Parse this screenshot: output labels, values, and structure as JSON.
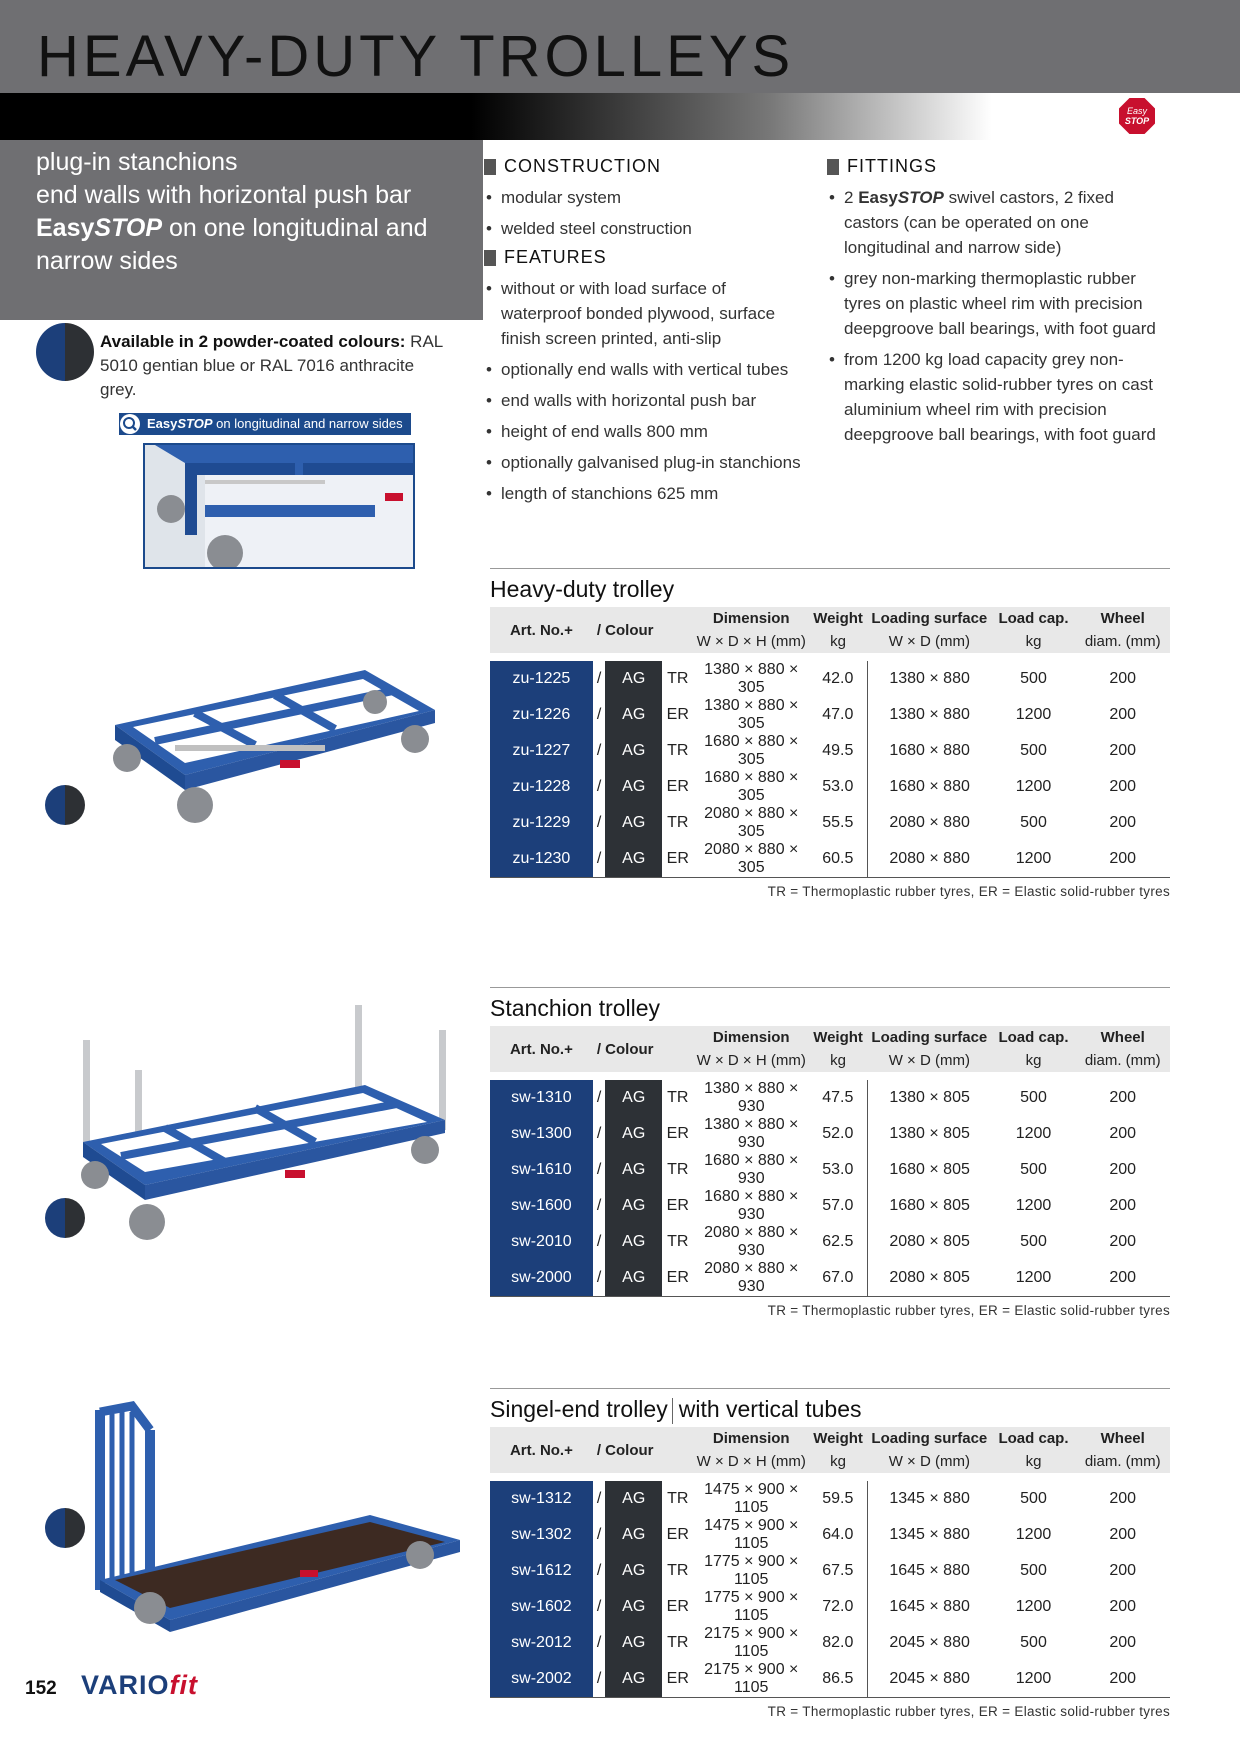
{
  "header": {
    "title": "HEAVY-DUTY TROLLEYS",
    "easystop_badge": "Easy STOP",
    "intro": {
      "line1": "plug-in stanchions",
      "line2": "end walls with horizontal push bar",
      "line3_brand_a": "Easy",
      "line3_brand_b": "STOP",
      "line3_rest": " on one longitudinal and",
      "line4": "narrow sides"
    }
  },
  "construction": {
    "heading": "CONSTRUCTION",
    "items": [
      "modular system",
      "welded steel construction"
    ]
  },
  "features": {
    "heading": "FEATURES",
    "items": [
      "without or with load surface of waterproof bonded plywood, surface finish screen printed, anti-slip",
      "optionally end walls with vertical tubes",
      "end walls with horizontal push bar",
      "height of end walls 800 mm",
      "optionally galvanised plug-in stanchions",
      "length of stanchions 625 mm"
    ]
  },
  "fittings": {
    "heading": "FITTINGS",
    "item1_pre": "2 ",
    "item1_brand_a": "Easy",
    "item1_brand_b": "STOP",
    "item1_post": " swivel castors, 2 fixed castors (can be operated on one longitudinal and narrow side)",
    "item2": "grey non-marking thermoplastic rubber tyres on plastic wheel rim with precision deepgroove ball bearings, with foot guard",
    "item3": "from 1200 kg load capacity grey non-marking elastic solid-rubber tyres on cast aluminium wheel rim with precision deepgroove ball bearings, with foot guard"
  },
  "colours": {
    "bold": "Available in 2 powder-coated colours:",
    "rest": " RAL 5010 gentian blue or RAL 7016 anthracite grey.",
    "blue": "#1c3f7a",
    "grey": "#2d3034"
  },
  "easystop_label": {
    "brand_a": "Easy",
    "brand_b": "STOP",
    "rest": " on longitudinal and narrow sides"
  },
  "table_headers": {
    "art": "Art. No.+",
    "colour": "/  Colour",
    "dimension": "Dimension",
    "dimension_sub": "W × D × H (mm)",
    "weight": "Weight",
    "weight_sub": "kg",
    "loading": "Loading surface",
    "loading_sub": "W × D (mm)",
    "loadcap": "Load cap.",
    "loadcap_sub": "kg",
    "wheel": "Wheel",
    "wheel_sub": "diam. (mm)"
  },
  "legend": "TR = Thermoplastic rubber tyres, ER = Elastic solid-rubber tyres",
  "tables": [
    {
      "title": "Heavy-duty trolley",
      "title2": "",
      "rows": [
        {
          "art": "zu-1225",
          "col": "AG",
          "ty": "TR",
          "dim": "1380 × 880 × 305",
          "wt": "42.0",
          "ls": "1380 × 880",
          "lc": "500",
          "wh": "200"
        },
        {
          "art": "zu-1226",
          "col": "AG",
          "ty": "ER",
          "dim": "1380 × 880 × 305",
          "wt": "47.0",
          "ls": "1380 × 880",
          "lc": "1200",
          "wh": "200"
        },
        {
          "art": "zu-1227",
          "col": "AG",
          "ty": "TR",
          "dim": "1680 × 880 × 305",
          "wt": "49.5",
          "ls": "1680 × 880",
          "lc": "500",
          "wh": "200"
        },
        {
          "art": "zu-1228",
          "col": "AG",
          "ty": "ER",
          "dim": "1680 × 880 × 305",
          "wt": "53.0",
          "ls": "1680 × 880",
          "lc": "1200",
          "wh": "200"
        },
        {
          "art": "zu-1229",
          "col": "AG",
          "ty": "TR",
          "dim": "2080 × 880 × 305",
          "wt": "55.5",
          "ls": "2080 × 880",
          "lc": "500",
          "wh": "200"
        },
        {
          "art": "zu-1230",
          "col": "AG",
          "ty": "ER",
          "dim": "2080 × 880 × 305",
          "wt": "60.5",
          "ls": "2080 × 880",
          "lc": "1200",
          "wh": "200"
        }
      ]
    },
    {
      "title": "Stanchion trolley",
      "title2": "",
      "rows": [
        {
          "art": "sw-1310",
          "col": "AG",
          "ty": "TR",
          "dim": "1380 × 880 × 930",
          "wt": "47.5",
          "ls": "1380 × 805",
          "lc": "500",
          "wh": "200"
        },
        {
          "art": "sw-1300",
          "col": "AG",
          "ty": "ER",
          "dim": "1380 × 880 × 930",
          "wt": "52.0",
          "ls": "1380 × 805",
          "lc": "1200",
          "wh": "200"
        },
        {
          "art": "sw-1610",
          "col": "AG",
          "ty": "TR",
          "dim": "1680 × 880 × 930",
          "wt": "53.0",
          "ls": "1680 × 805",
          "lc": "500",
          "wh": "200"
        },
        {
          "art": "sw-1600",
          "col": "AG",
          "ty": "ER",
          "dim": "1680 × 880 × 930",
          "wt": "57.0",
          "ls": "1680 × 805",
          "lc": "1200",
          "wh": "200"
        },
        {
          "art": "sw-2010",
          "col": "AG",
          "ty": "TR",
          "dim": "2080 × 880 × 930",
          "wt": "62.5",
          "ls": "2080 × 805",
          "lc": "500",
          "wh": "200"
        },
        {
          "art": "sw-2000",
          "col": "AG",
          "ty": "ER",
          "dim": "2080 × 880 × 930",
          "wt": "67.0",
          "ls": "2080 × 805",
          "lc": "1200",
          "wh": "200"
        }
      ]
    },
    {
      "title": "Singel-end trolley",
      "title2": "with vertical tubes",
      "rows": [
        {
          "art": "sw-1312",
          "col": "AG",
          "ty": "TR",
          "dim": "1475 × 900 × 1105",
          "wt": "59.5",
          "ls": "1345 × 880",
          "lc": "500",
          "wh": "200"
        },
        {
          "art": "sw-1302",
          "col": "AG",
          "ty": "ER",
          "dim": "1475 × 900 × 1105",
          "wt": "64.0",
          "ls": "1345 × 880",
          "lc": "1200",
          "wh": "200"
        },
        {
          "art": "sw-1612",
          "col": "AG",
          "ty": "TR",
          "dim": "1775 × 900 × 1105",
          "wt": "67.5",
          "ls": "1645 × 880",
          "lc": "500",
          "wh": "200"
        },
        {
          "art": "sw-1602",
          "col": "AG",
          "ty": "ER",
          "dim": "1775 × 900 × 1105",
          "wt": "72.0",
          "ls": "1645 × 880",
          "lc": "1200",
          "wh": "200"
        },
        {
          "art": "sw-2012",
          "col": "AG",
          "ty": "TR",
          "dim": "2175 × 900 × 1105",
          "wt": "82.0",
          "ls": "2045 × 880",
          "lc": "500",
          "wh": "200"
        },
        {
          "art": "sw-2002",
          "col": "AG",
          "ty": "ER",
          "dim": "2175 × 900 × 1105",
          "wt": "86.5",
          "ls": "2045 × 880",
          "lc": "1200",
          "wh": "200"
        }
      ]
    }
  ],
  "footer": {
    "page": "152",
    "logo_a": "VARIO",
    "logo_b": "fit"
  }
}
